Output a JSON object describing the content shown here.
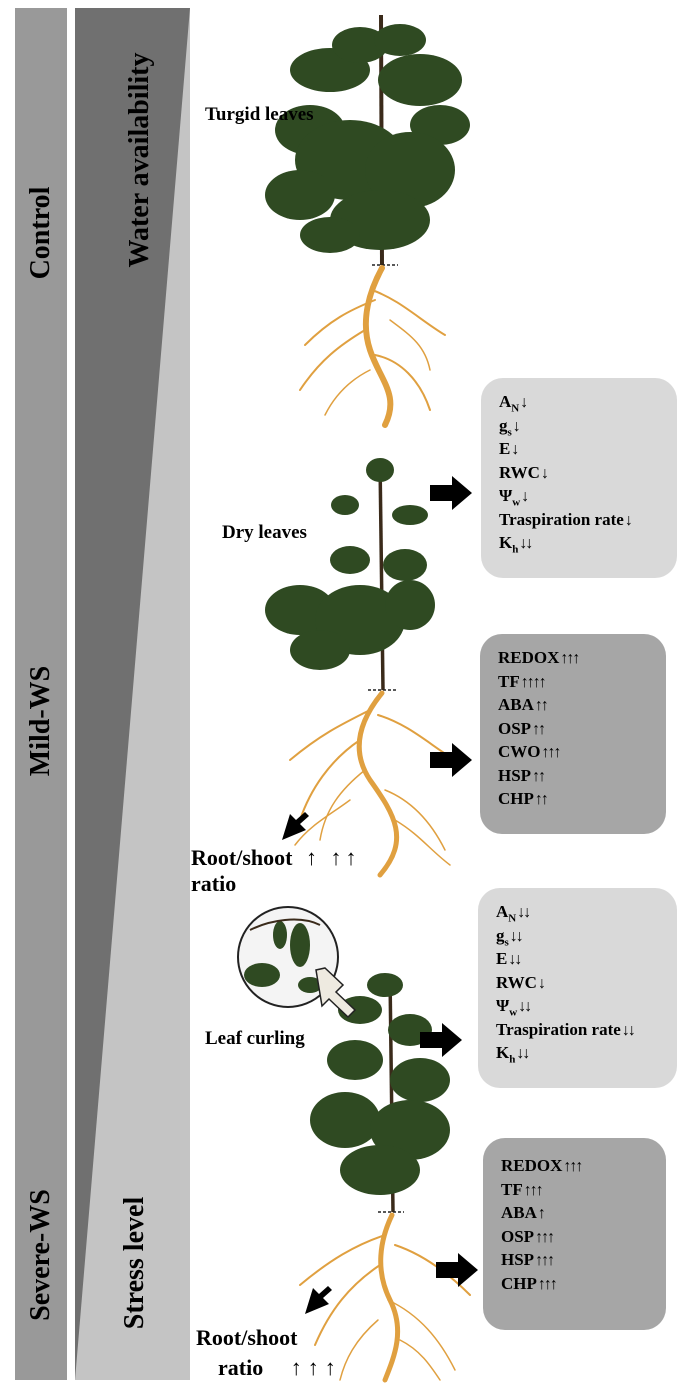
{
  "bars": {
    "outer_top": "Control",
    "outer_mid": "Mild-WS",
    "outer_bottom": "Severe-WS",
    "inner_top": "Water availability",
    "inner_bottom": "Stress level"
  },
  "captions": {
    "turgid": "Turgid leaves",
    "dry": "Dry leaves",
    "curling": "Leaf curling",
    "ratio1_line1": "Root/shoot",
    "ratio1_line2": "ratio",
    "ratio1_arrows": "↑ ↑↑",
    "ratio2_line1": "Root/shoot",
    "ratio2_line2": "ratio",
    "ratio2_arrows": "↑↑↑"
  },
  "mild_physiology": [
    {
      "label": "A",
      "sub": "N",
      "arrows": "↓"
    },
    {
      "label": "g",
      "sub": "s",
      "arrows": "↓"
    },
    {
      "label": "E",
      "sub": "",
      "arrows": "↓"
    },
    {
      "label": "RWC",
      "sub": "",
      "arrows": "↓"
    },
    {
      "label": "Ψ",
      "sub": "w",
      "arrows": "↓"
    },
    {
      "label": "Traspiration rate",
      "sub": "",
      "arrows": "↓"
    },
    {
      "label": "K",
      "sub": "h",
      "arrows": "↓↓"
    }
  ],
  "mild_molecular": [
    {
      "label": "REDOX",
      "arrows": "↑↑↑"
    },
    {
      "label": "TF",
      "arrows": "↑↑↑↑"
    },
    {
      "label": "ABA",
      "arrows": "↑↑"
    },
    {
      "label": "OSP",
      "arrows": "↑↑"
    },
    {
      "label": "CWO",
      "arrows": "↑↑↑"
    },
    {
      "label": "HSP",
      "arrows": "↑↑"
    },
    {
      "label": "CHP",
      "arrows": "↑↑"
    }
  ],
  "severe_physiology": [
    {
      "label": "A",
      "sub": "N",
      "arrows": "↓↓"
    },
    {
      "label": "g",
      "sub": "s",
      "arrows": "↓↓"
    },
    {
      "label": "E",
      "sub": "",
      "arrows": "↓↓"
    },
    {
      "label": "RWC",
      "sub": "",
      "arrows": "↓"
    },
    {
      "label": "Ψ",
      "sub": "w",
      "arrows": "↓↓"
    },
    {
      "label": "Traspiration rate",
      "sub": "",
      "arrows": "↓↓"
    },
    {
      "label": "K",
      "sub": "h",
      "arrows": "↓↓"
    }
  ],
  "severe_molecular": [
    {
      "label": "REDOX",
      "arrows": "↑↑↑"
    },
    {
      "label": "TF",
      "arrows": "↑↑↑"
    },
    {
      "label": "ABA",
      "arrows": "↑"
    },
    {
      "label": "OSP",
      "arrows": "↑↑↑"
    },
    {
      "label": "HSP",
      "arrows": "↑↑↑"
    },
    {
      "label": "CHP",
      "arrows": "↑↑↑"
    }
  ],
  "colors": {
    "outer_bar": "#999999",
    "inner_dark": "#707070",
    "inner_light": "#bfbfbf",
    "root": "#e0a040",
    "leaf": "#2f4a22",
    "box_light": "#d9d9d9",
    "box_dark": "#a6a6a6"
  }
}
